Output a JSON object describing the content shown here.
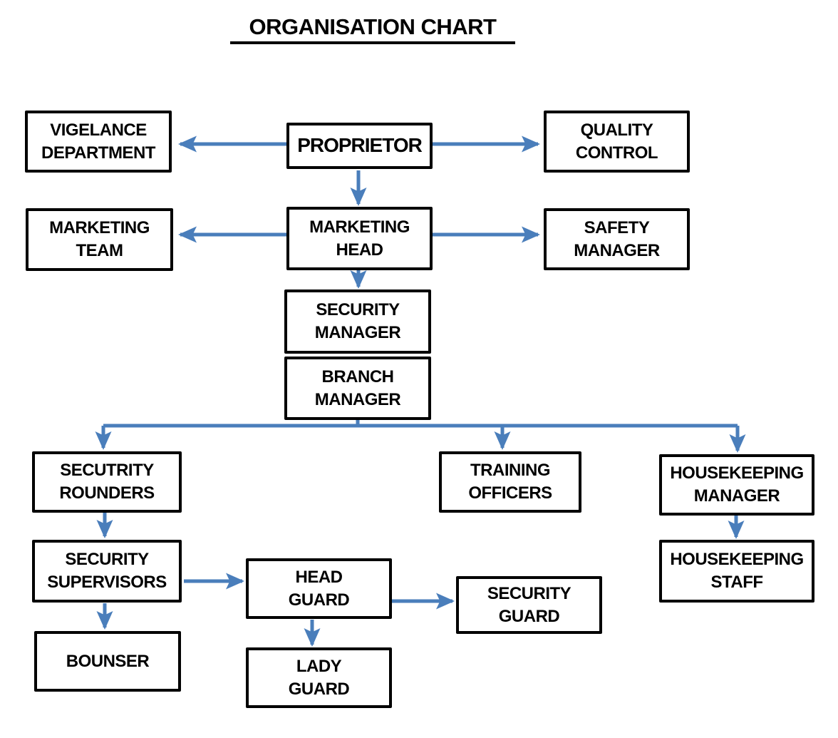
{
  "title": "ORGANISATION CHART",
  "colors": {
    "arrow": "#4a7ebb",
    "box_border": "#000000",
    "box_background": "#ffffff",
    "text": "#000000",
    "page_background": "#ffffff"
  },
  "nodes": {
    "vigelance_department": {
      "label": "VIGELANCE\nDEPARTMENT"
    },
    "proprietor": {
      "label": "PROPRIETOR"
    },
    "quality_control": {
      "label": "QUALITY\nCONTROL"
    },
    "marketing_team": {
      "label": "MARKETING\nTEAM"
    },
    "marketing_head": {
      "label": "MARKETING\nHEAD"
    },
    "safety_manager": {
      "label": "SAFETY\nMANAGER"
    },
    "security_manager": {
      "label": "SECURITY\nMANAGER"
    },
    "branch_manager": {
      "label": "BRANCH\nMANAGER"
    },
    "secutrity_rounders": {
      "label": "SECUTRITY\nROUNDERS"
    },
    "training_officers": {
      "label": "TRAINING\nOFFICERS"
    },
    "housekeeping_manager": {
      "label": "HOUSEKEEPING\nMANAGER"
    },
    "security_supervisors": {
      "label": "SECURITY\nSUPERVISORS"
    },
    "housekeeping_staff": {
      "label": "HOUSEKEEPING\nSTAFF"
    },
    "head_guard": {
      "label": "HEAD\nGUARD"
    },
    "security_guard": {
      "label": "SECURITY\nGUARD"
    },
    "bounser": {
      "label": "BOUNSER"
    },
    "lady_guard": {
      "label": "LADY\nGUARD"
    }
  },
  "edges": [
    {
      "from": "PROPRIETOR",
      "to": "VIGELANCE DEPARTMENT"
    },
    {
      "from": "PROPRIETOR",
      "to": "QUALITY CONTROL"
    },
    {
      "from": "PROPRIETOR",
      "to": "MARKETING HEAD"
    },
    {
      "from": "MARKETING HEAD",
      "to": "MARKETING TEAM"
    },
    {
      "from": "MARKETING HEAD",
      "to": "SAFETY MANAGER"
    },
    {
      "from": "MARKETING HEAD",
      "to": "SECURITY MANAGER"
    },
    {
      "from": "BRANCH MANAGER",
      "to": "SECUTRITY ROUNDERS"
    },
    {
      "from": "BRANCH MANAGER",
      "to": "TRAINING OFFICERS"
    },
    {
      "from": "BRANCH MANAGER",
      "to": "HOUSEKEEPING MANAGER"
    },
    {
      "from": "SECUTRITY ROUNDERS",
      "to": "SECURITY SUPERVISORS"
    },
    {
      "from": "SECURITY SUPERVISORS",
      "to": "HEAD GUARD"
    },
    {
      "from": "SECURITY SUPERVISORS",
      "to": "BOUNSER"
    },
    {
      "from": "HEAD GUARD",
      "to": "SECURITY GUARD"
    },
    {
      "from": "HEAD GUARD",
      "to": "LADY GUARD"
    },
    {
      "from": "HOUSEKEEPING MANAGER",
      "to": "HOUSEKEEPING STAFF"
    }
  ]
}
